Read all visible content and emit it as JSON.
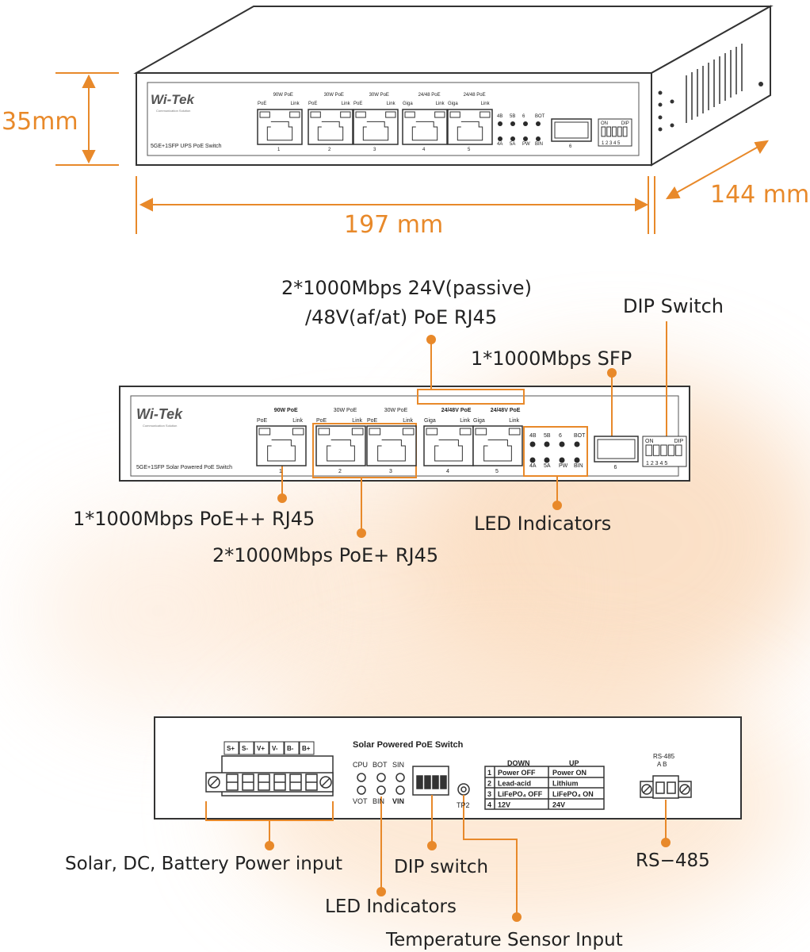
{
  "colors": {
    "accent": "#e8892a",
    "outline": "#333333",
    "led": "#2a2a2a"
  },
  "dimensions": {
    "height": "35mm",
    "width": "197 mm",
    "depth": "144 mm"
  },
  "top_device": {
    "logo": "Wi-Tek",
    "tagline": "Communication Solution",
    "model": "5GE+1SFP UPS PoE Switch",
    "ports": [
      {
        "header": "90W PoE",
        "left": "PoE",
        "right": "Link",
        "num": "1"
      },
      {
        "header": "30W PoE",
        "left": "PoE",
        "right": "Link",
        "num": "2"
      },
      {
        "header": "30W PoE",
        "left": "PoE",
        "right": "Link",
        "num": "3"
      },
      {
        "header": "24/48 PoE",
        "left": "Giga",
        "right": "Link",
        "num": "4"
      },
      {
        "header": "24/48 PoE",
        "left": "Giga",
        "right": "Link",
        "num": "5"
      }
    ],
    "led_top": [
      "4B",
      "5B",
      "6",
      "BOT"
    ],
    "led_bottom": [
      "4A",
      "5A",
      "PW",
      "BIN"
    ],
    "sfp_num": "6",
    "dip_on": "ON",
    "dip_label": "DIP",
    "dip_nums": "1 2 3 4 5"
  },
  "front_device": {
    "logo": "Wi-Tek",
    "tagline": "Communication Solution",
    "model": "5GE+1SFP Solar Powered PoE Switch",
    "ports": [
      {
        "header": "90W PoE",
        "left": "PoE",
        "right": "Link",
        "num": "1"
      },
      {
        "header": "30W PoE",
        "left": "PoE",
        "right": "Link",
        "num": "2"
      },
      {
        "header": "30W PoE",
        "left": "PoE",
        "right": "Link",
        "num": "3"
      },
      {
        "header": "24/48V PoE",
        "left": "Giga",
        "right": "Link",
        "num": "4"
      },
      {
        "header": "24/48V PoE",
        "left": "Giga",
        "right": "Link",
        "num": "5"
      }
    ],
    "led_top": [
      "4B",
      "5B",
      "6",
      "BOT"
    ],
    "led_bottom": [
      "4A",
      "5A",
      "PW",
      "BIN"
    ],
    "sfp_num": "6",
    "dip_on": "ON",
    "dip_label": "DIP",
    "dip_nums": "1 2 3 4 5"
  },
  "front_labels": {
    "poe_24_48_line1": "2*1000Mbps 24V(passive)",
    "poe_24_48_line2": "/48V(af/at) PoE RJ45",
    "dip_switch": "DIP Switch",
    "sfp": "1*1000Mbps SFP",
    "poe_plus_plus": "1*1000Mbps PoE++ RJ45",
    "led_indicators": "LED Indicators",
    "poe_plus": "2*1000Mbps PoE+ RJ45"
  },
  "rear_device": {
    "title": "Solar Powered PoE Switch",
    "terminals": [
      "S+",
      "S-",
      "V+",
      "V-",
      "B-",
      "B+"
    ],
    "led_top": [
      "CPU",
      "BOT",
      "SIN"
    ],
    "led_bottom": [
      "VOT",
      "BIN",
      "VIN"
    ],
    "tp_label": "TP2",
    "rs485_title": "RS-485",
    "rs485_pins": "A  B",
    "dip_table": {
      "headers": [
        "DOWN",
        "UP"
      ],
      "rows": [
        [
          "1",
          "Power OFF",
          "Power ON"
        ],
        [
          "2",
          "Lead-acid",
          "Lithium"
        ],
        [
          "3",
          "LiFePO₄ OFF",
          "LiFePO₄ ON"
        ],
        [
          "4",
          "12V",
          "24V"
        ]
      ]
    }
  },
  "rear_labels": {
    "power_input": "Solar, DC, Battery Power input",
    "dip_switch": "DIP switch",
    "rs485": "RS−485",
    "led_indicators": "LED Indicators",
    "temp_sensor": "Temperature Sensor Input"
  }
}
